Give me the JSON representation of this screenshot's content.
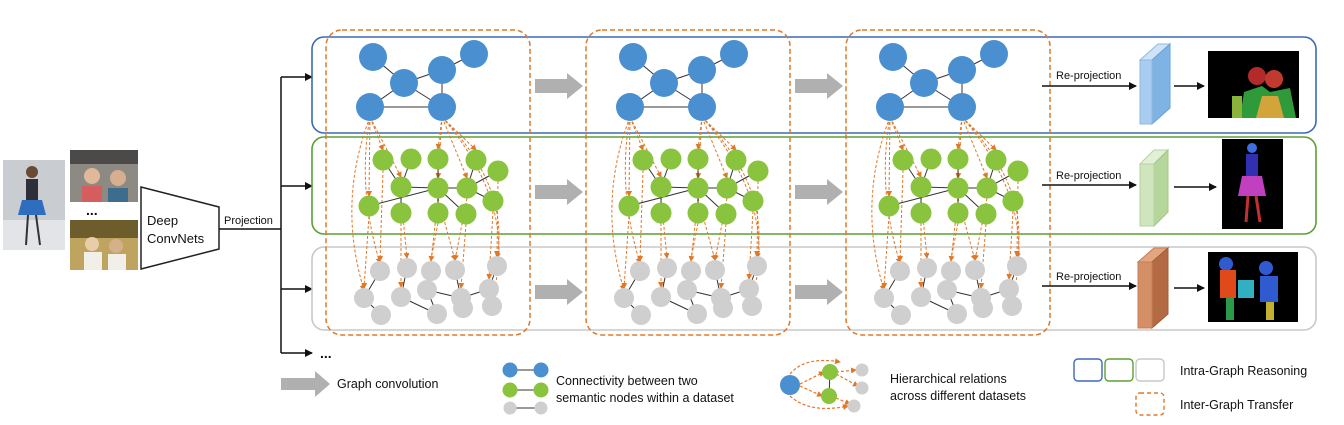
{
  "encoder": {
    "label_line1": "Deep",
    "label_line2": "ConvNets"
  },
  "projection_label": "Projection",
  "ellipsis": "...",
  "more_branches": "...",
  "reprojection_label": "Re-projection",
  "legend": {
    "graph_convolution": "Graph convolution",
    "connectivity_line1": "Connectivity between two",
    "connectivity_line2": "semantic nodes within a dataset",
    "hierarchical_line1": "Hierarchical relations",
    "hierarchical_line2": "across different datasets",
    "intra_graph": "Intra-Graph Reasoning",
    "inter_graph": "Inter-Graph Transfer"
  },
  "colors": {
    "blue_node": "#4a8fd0",
    "green_node": "#8ac43f",
    "gray_node": "#cfcfcf",
    "blue_frame": "#3b6ab5",
    "green_frame": "#5aa132",
    "gray_frame": "#c8c8c8",
    "transfer": "#e0782a",
    "arrow_gray": "#b0b0b0"
  },
  "icons": {
    "photos": "input-photo-icons",
    "encoder": "trapezoid-encoder-icon",
    "feature_maps": "feature-map-block-icons",
    "outputs": "segmentation-mask-icons"
  }
}
